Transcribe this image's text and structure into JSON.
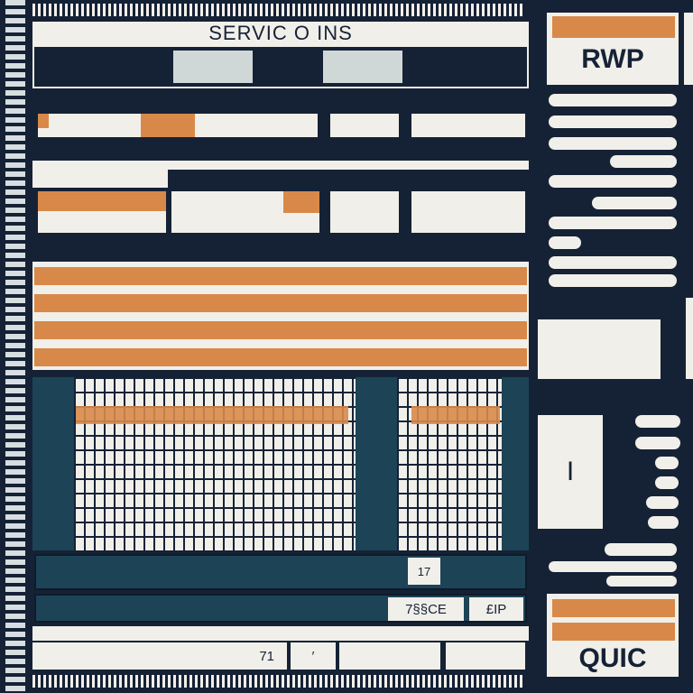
{
  "header": {
    "title": "SERVIC O INS"
  },
  "side_panel": {
    "top_label": "RWP",
    "bottom_label": "QUIC",
    "card_mark": "I"
  },
  "bottom_bar": {
    "code_1": "7§§CE",
    "code_2": "£IP",
    "field_1": "71",
    "field_2": "′",
    "small_badge": "17"
  }
}
